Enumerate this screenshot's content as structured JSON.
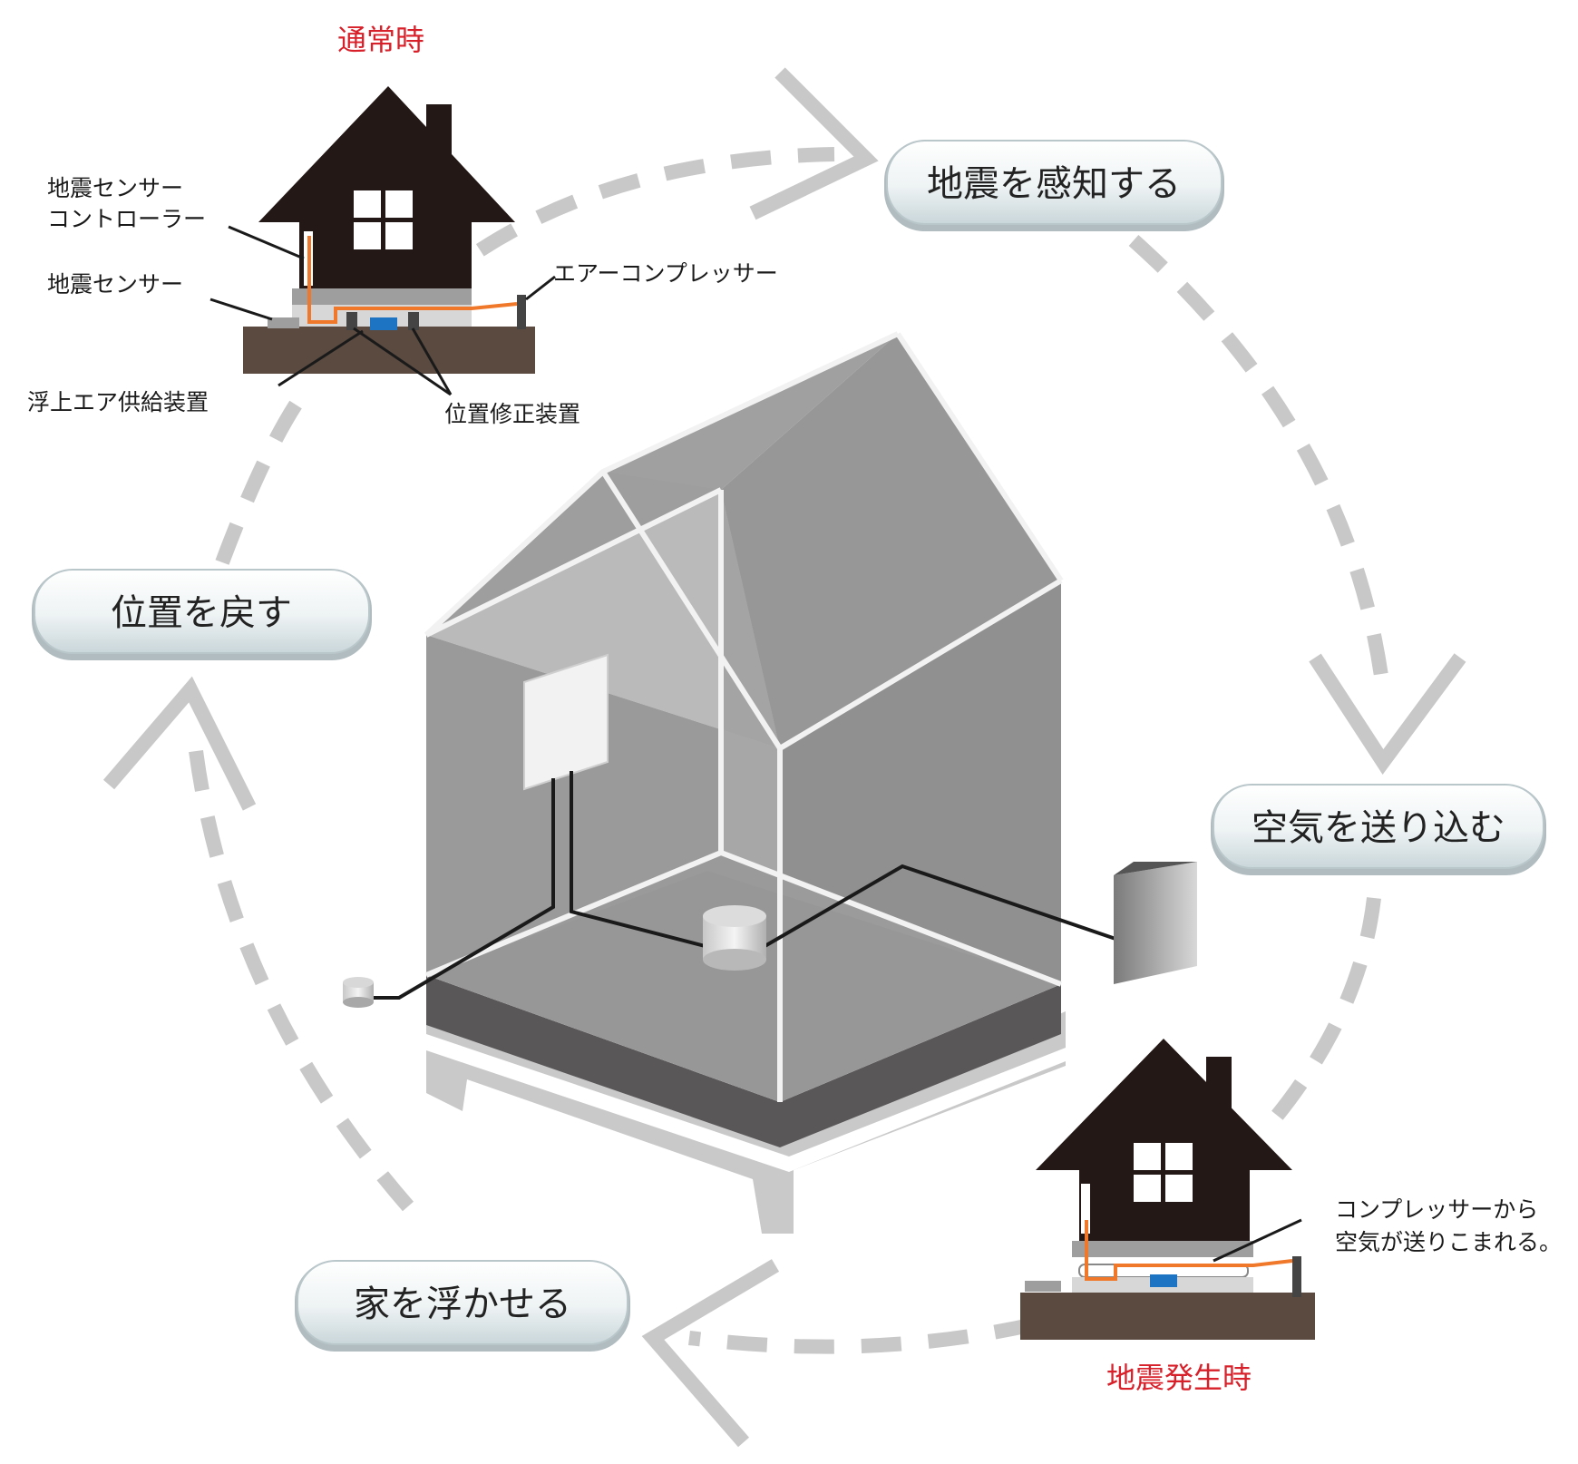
{
  "normal": {
    "title": "通常時",
    "labels": {
      "controller_line1": "地震センサー",
      "controller_line2": "コントローラー",
      "sensor": "地震センサー",
      "compressor": "エアーコンプレッサー",
      "air_supply": "浮上エア供給装置",
      "position_fix": "位置修正装置"
    }
  },
  "quake": {
    "title": "地震発生時",
    "note_line1": "コンプレッサーから",
    "note_line2": "空気が送りこまれる。"
  },
  "steps": {
    "detect": "地震を感知する",
    "send_air": "空気を送り込む",
    "float": "家を浮かせる",
    "restore": "位置を戻す"
  },
  "colors": {
    "house": "#231815",
    "ground": "#5a4a40",
    "pipe": "#f0782a",
    "device_blue": "#1d74c2",
    "arrow": "#c8c8c8",
    "accent_red": "#d8202a"
  }
}
